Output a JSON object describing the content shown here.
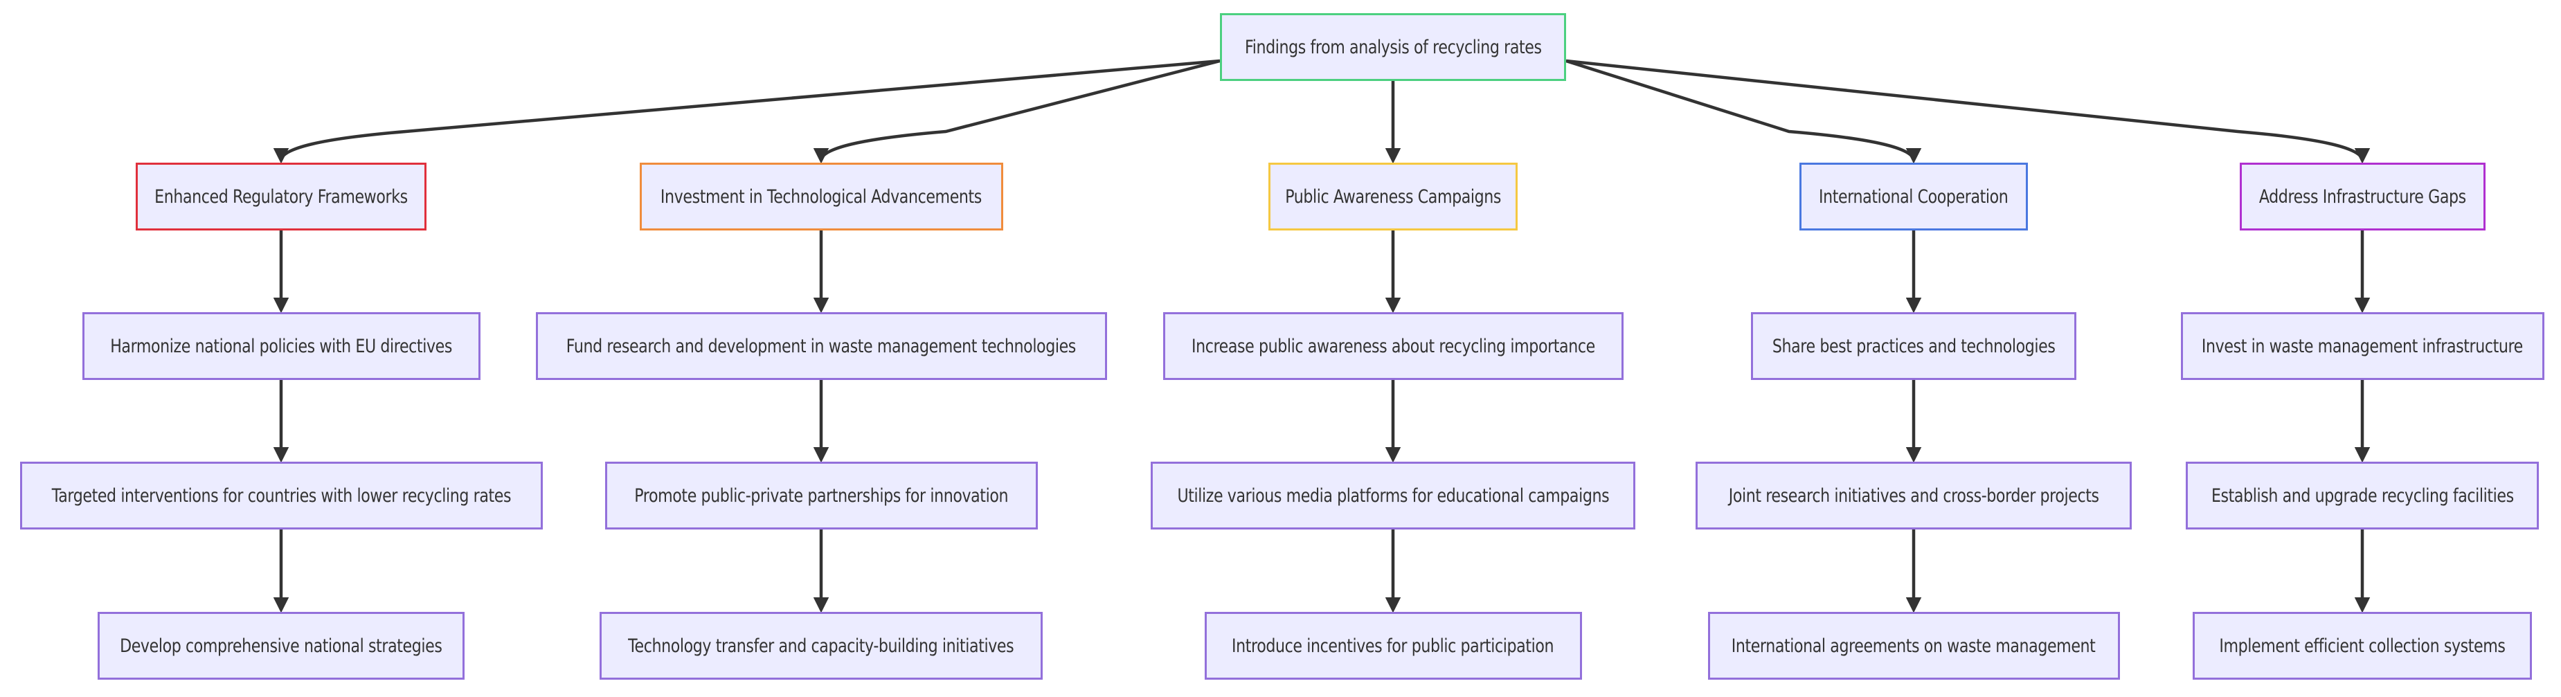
{
  "root": {
    "label": "Findings from analysis of recycling rates",
    "border_color": "#4CD080"
  },
  "branches": [
    {
      "label": "Enhanced Regulatory Frameworks",
      "border_color": "#E0303C",
      "steps": [
        "Harmonize national policies with EU directives",
        "Targeted interventions for countries with lower recycling rates",
        "Develop comprehensive national strategies"
      ]
    },
    {
      "label": "Investment in Technological Advancements",
      "border_color": "#F08C3C",
      "steps": [
        "Fund research and development in waste management technologies",
        "Promote public-private partnerships for innovation",
        "Technology transfer and capacity-building initiatives"
      ]
    },
    {
      "label": "Public Awareness Campaigns",
      "border_color": "#F5C842",
      "steps": [
        "Increase public awareness about recycling importance",
        "Utilize various media platforms for educational campaigns",
        "Introduce incentives for public participation"
      ]
    },
    {
      "label": "International Cooperation",
      "border_color": "#4A78E0",
      "steps": [
        "Share best practices and technologies",
        "Joint research initiatives and cross-border projects",
        "International agreements on waste management"
      ]
    },
    {
      "label": "Address Infrastructure Gaps",
      "border_color": "#B030D0",
      "steps": [
        "Invest in waste management infrastructure",
        "Establish and upgrade recycling facilities",
        "Implement efficient collection systems"
      ]
    }
  ],
  "style": {
    "node_fill": "#ECECFF",
    "node_border": "#9370DB",
    "edge_color": "#333333",
    "text_color": "#333333"
  }
}
